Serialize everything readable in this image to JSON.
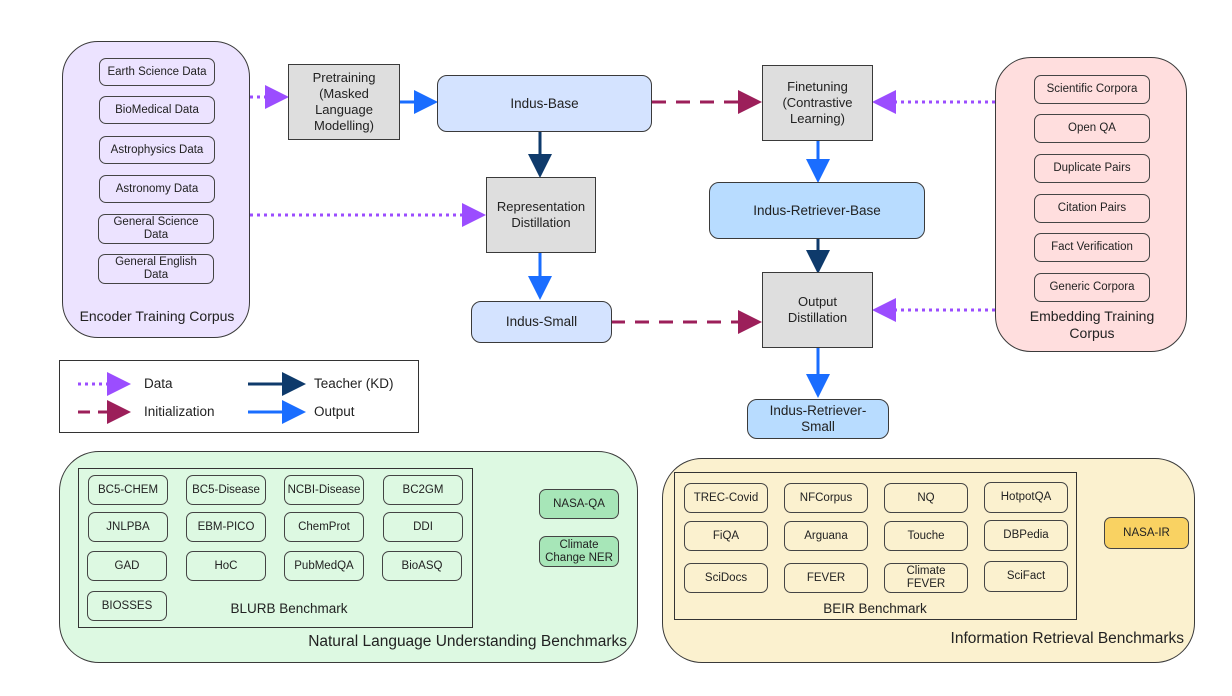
{
  "colors": {
    "data_arrow": "#9b4dff",
    "init_arrow": "#9c1f5a",
    "teacher_arrow": "#0e3a6b",
    "output_arrow": "#1a6dff",
    "encoder_corpus_bg": "#ece3ff",
    "embedding_corpus_bg": "#ffdede",
    "process_bg": "#dedede",
    "model_bg_light": "#d4e3ff",
    "model_bg_retriever": "#b8dcff",
    "nlu_bg": "#ddf9e2",
    "nlu_highlight": "#a7e6b8",
    "ir_bg": "#fbf1cf",
    "ir_highlight": "#f9d262"
  },
  "encoder_corpus": {
    "title": "Encoder Training Corpus",
    "items": [
      "Earth Science  Data",
      "BioMedical Data",
      "Astrophysics  Data",
      "Astronomy   Data",
      "General Science Data",
      "General English Data"
    ]
  },
  "embedding_corpus": {
    "title": "Embedding Training Corpus",
    "items": [
      "Scientific Corpora",
      "Open QA",
      "Duplicate Pairs",
      "Citation Pairs",
      "Fact Verification",
      "Generic Corpora"
    ]
  },
  "processes": {
    "pretraining": "Pretraining (Masked Language Modelling)",
    "representation_distillation": "Representation Distillation",
    "finetuning": "Finetuning (Contrastive Learning)",
    "output_distillation": "Output Distillation"
  },
  "models": {
    "indus_base": "Indus-Base",
    "indus_small": "Indus-Small",
    "indus_retriever_base": "Indus-Retriever-Base",
    "indus_retriever_small": "Indus-Retriever- Small"
  },
  "legend": {
    "data": "Data",
    "initialization": "Initialization",
    "teacher": "Teacher (KD)",
    "output": "Output"
  },
  "nlu": {
    "title": "Natural Language Understanding Benchmarks",
    "inner_title": "BLURB Benchmark",
    "items": [
      "BC5-CHEM",
      "BC5-Disease",
      "NCBI-Disease",
      "BC2GM",
      "JNLPBA",
      "EBM-PICO",
      "ChemProt",
      "DDI",
      "GAD",
      "HoC",
      "PubMedQA",
      "BioASQ",
      "BIOSSES"
    ],
    "extra": [
      "NASA-QA",
      "Climate Change NER"
    ]
  },
  "ir": {
    "title": "Information Retrieval Benchmarks",
    "inner_title": "BEIR Benchmark",
    "items": [
      "TREC-Covid",
      "NFCorpus",
      "NQ",
      "HotpotQA",
      "FiQA",
      "Arguana",
      "Touche",
      "DBPedia",
      "SciDocs",
      "FEVER",
      "Climate FEVER",
      "SciFact"
    ],
    "extra": [
      "NASA-IR"
    ]
  }
}
